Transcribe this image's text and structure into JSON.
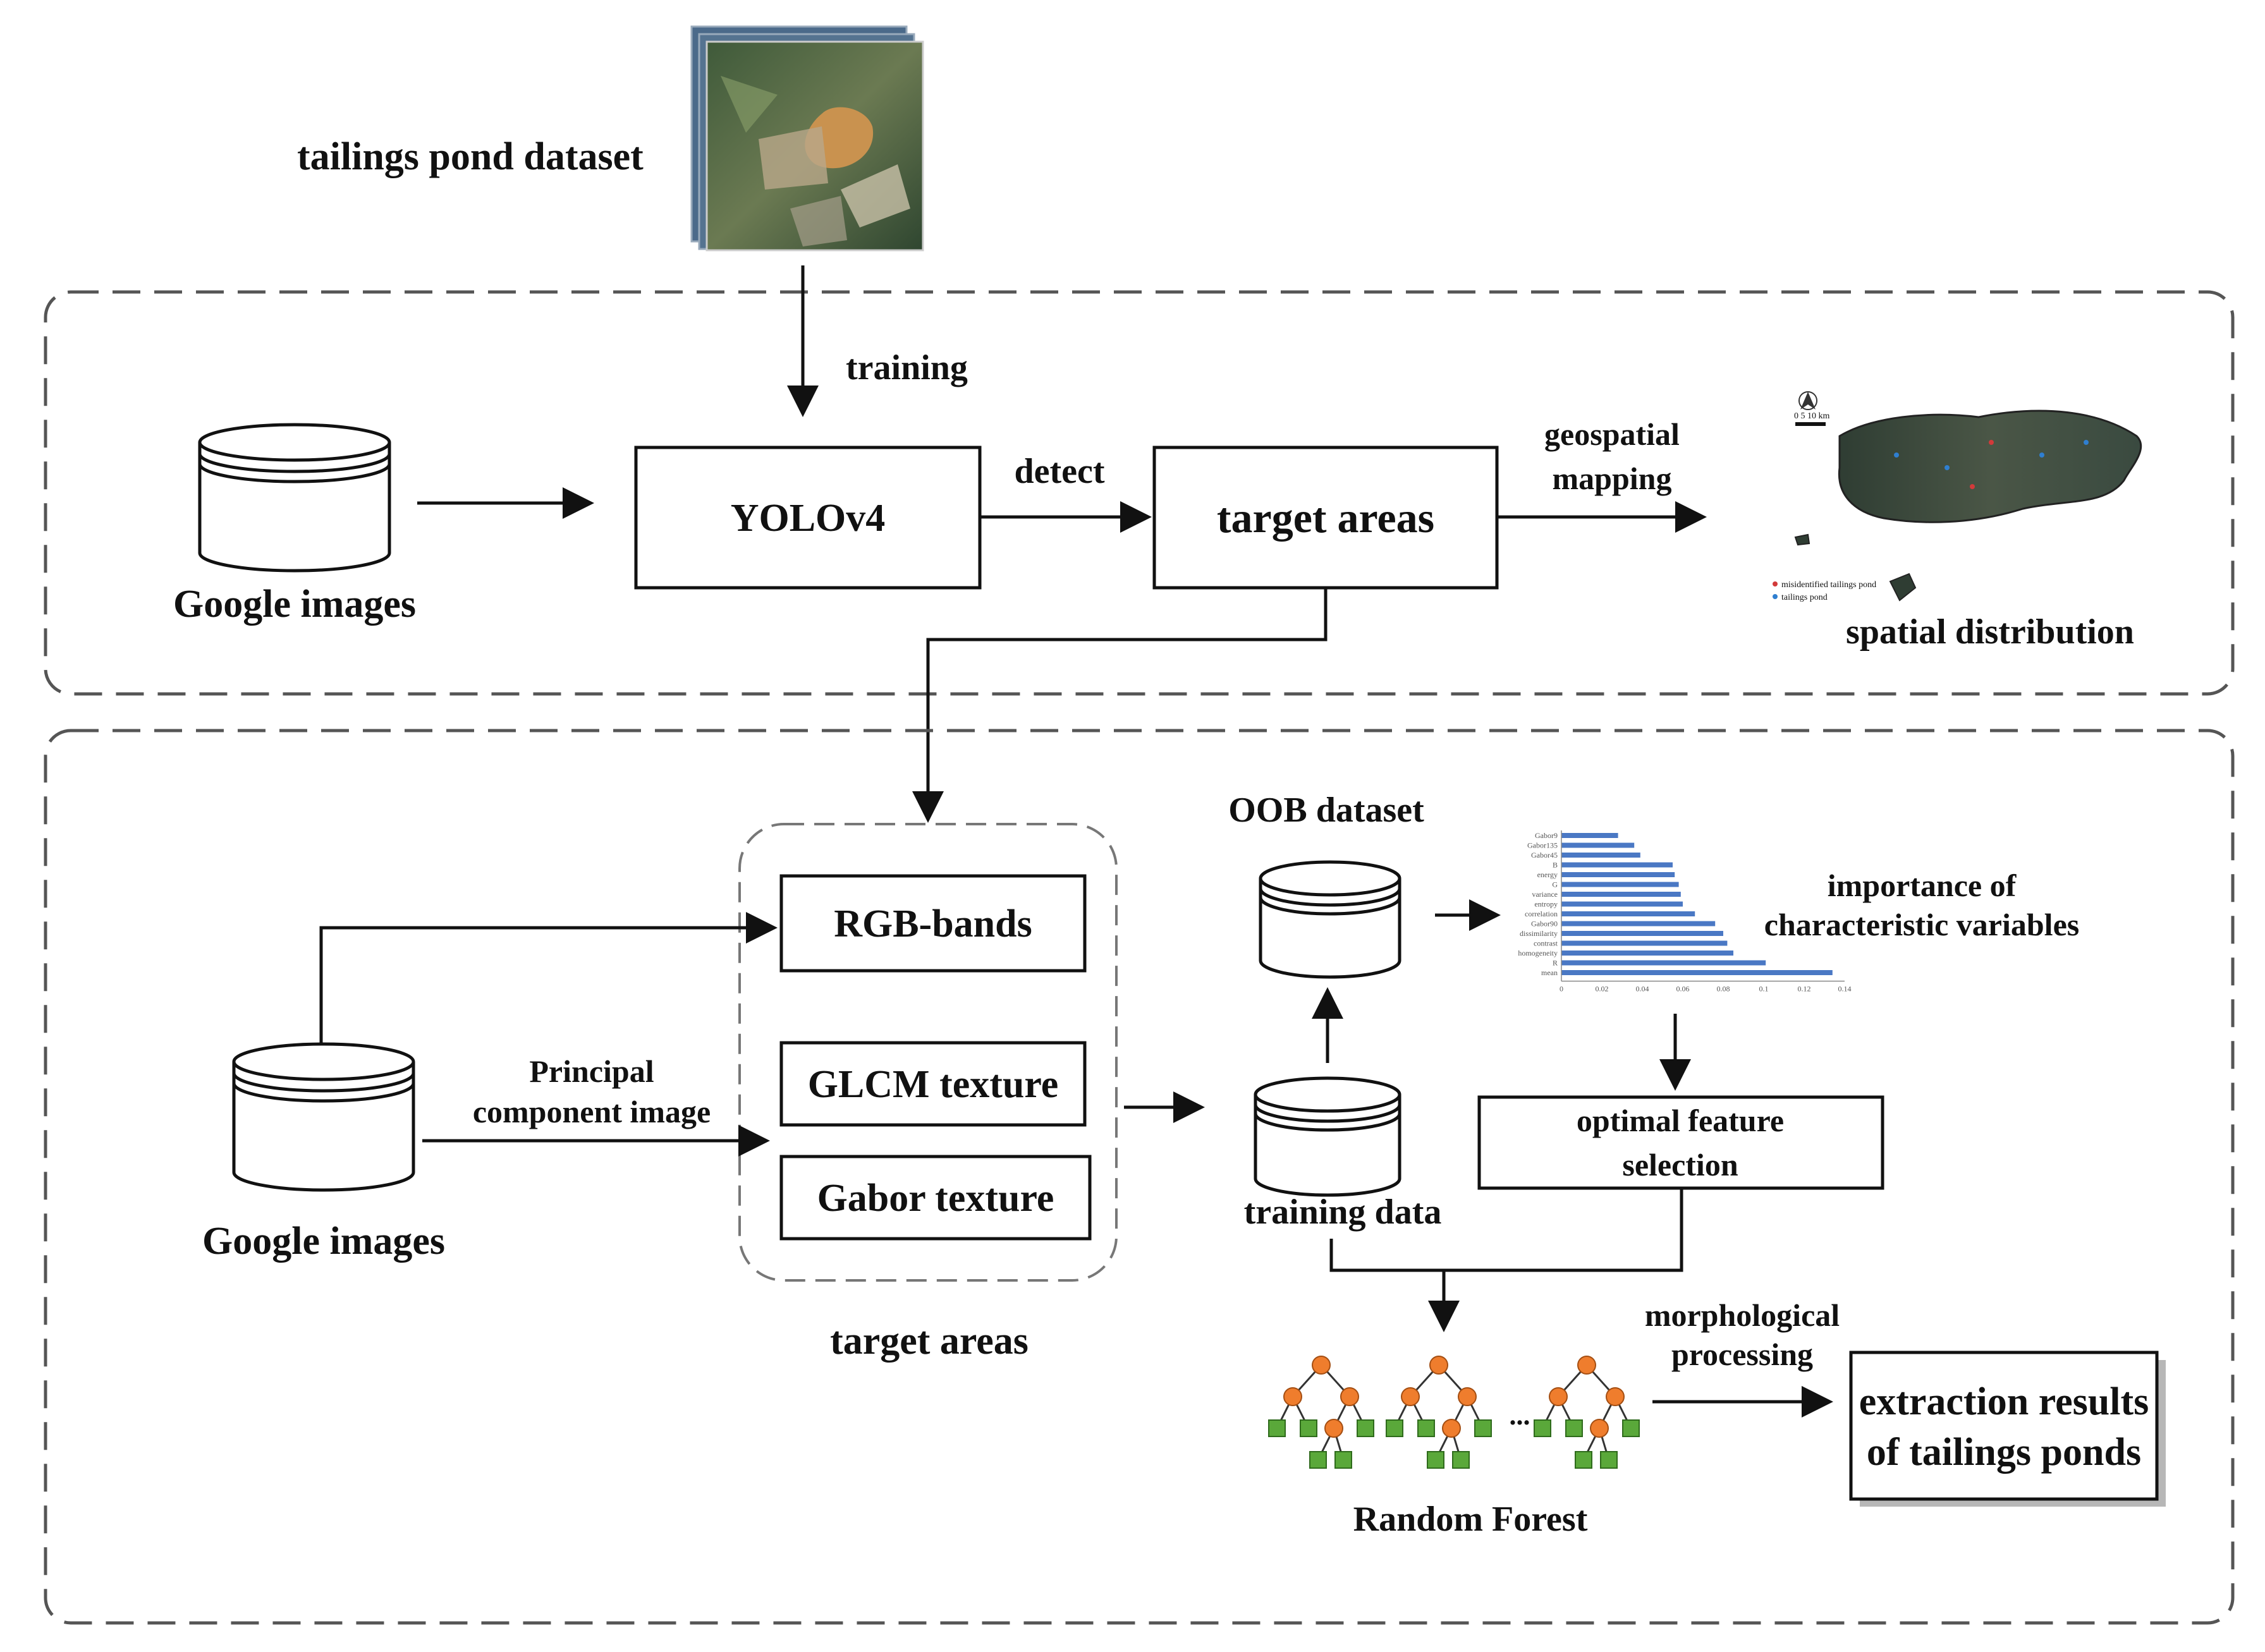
{
  "dataset": {
    "label": "tailings  pond dataset"
  },
  "top_panel": {
    "training_label": "training",
    "google_images_label": "Google images",
    "yolo_box": "YOLOv4",
    "detect_label": "detect",
    "target_areas_box": "target areas",
    "geospatial_label_line1": "geospatial",
    "geospatial_label_line2": "mapping",
    "spatial_distribution_label": "spatial distribution",
    "map_scale": "0   5   10 km",
    "map_legend": [
      {
        "label": "misidentified  tailings pond",
        "color": "#d23a3a"
      },
      {
        "label": "tailings pond",
        "color": "#2f7fd0"
      }
    ]
  },
  "bottom_panel": {
    "google_images_label": "Google images",
    "principal_line1": "Principal",
    "principal_line2": "component image",
    "rgb_box": "RGB-bands",
    "glcm_box": "GLCM texture",
    "gabor_box": "Gabor texture",
    "target_areas_label": "target areas",
    "oob_label": "OOB dataset",
    "training_data_label": "training data",
    "importance_line1": "importance of",
    "importance_line2": "characteristic variables",
    "optimal_line1": "optimal feature",
    "optimal_line2": "selection",
    "ellipsis": "...",
    "random_forest_label": "Random Forest",
    "morph_line1": "morphological",
    "morph_line2": "processing",
    "extraction_line1": "extraction results",
    "extraction_line2": "of tailings ponds"
  },
  "colors": {
    "tree_node": "#ef7d2d",
    "tree_leaf": "#5aa83a",
    "importance_bar": "#4a78c4"
  },
  "chart_data": {
    "type": "bar",
    "orientation": "horizontal",
    "categories": [
      "Gabor9",
      "Gabor135",
      "Gabor45",
      "B",
      "energy",
      "G",
      "variance",
      "entropy",
      "correlation",
      "Gabor90",
      "dissimilarity",
      "contrast",
      "homogeneity",
      "R",
      "mean"
    ],
    "values": [
      0.028,
      0.036,
      0.039,
      0.055,
      0.056,
      0.058,
      0.059,
      0.06,
      0.066,
      0.076,
      0.08,
      0.082,
      0.085,
      0.101,
      0.134
    ],
    "xlim": [
      0,
      0.14
    ],
    "xticks": [
      "0",
      "0.02",
      "0.04",
      "0.06",
      "0.08",
      "0.1",
      "0.12",
      "0.14"
    ]
  }
}
